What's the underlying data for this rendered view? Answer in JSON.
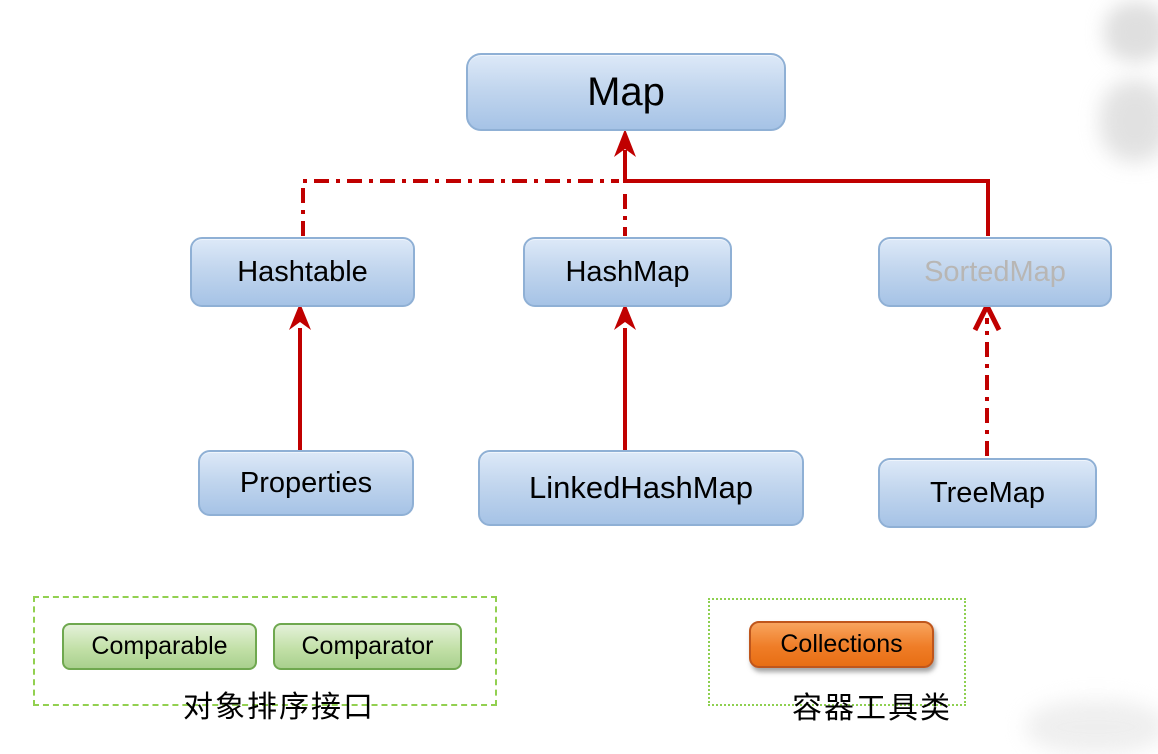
{
  "diagram": {
    "nodes": {
      "map": {
        "label": "Map"
      },
      "hashtable": {
        "label": "Hashtable"
      },
      "hashmap": {
        "label": "HashMap"
      },
      "sortedmap": {
        "label": "SortedMap"
      },
      "properties": {
        "label": "Properties"
      },
      "linkedhashmap": {
        "label": "LinkedHashMap"
      },
      "treemap": {
        "label": "TreeMap"
      }
    },
    "edges": [
      {
        "from": "Hashtable",
        "to": "Map",
        "style": "dash-dot"
      },
      {
        "from": "HashMap",
        "to": "Map",
        "style": "dash-dot"
      },
      {
        "from": "SortedMap",
        "to": "Map",
        "style": "solid"
      },
      {
        "from": "Properties",
        "to": "Hashtable",
        "style": "solid"
      },
      {
        "from": "LinkedHashMap",
        "to": "HashMap",
        "style": "solid"
      },
      {
        "from": "TreeMap",
        "to": "SortedMap",
        "style": "dash-dot"
      }
    ],
    "groups": {
      "sorting_interfaces": {
        "caption": "对象排序接口",
        "border_style": "dashed",
        "items": {
          "comparable": {
            "label": "Comparable"
          },
          "comparator": {
            "label": "Comparator"
          }
        }
      },
      "container_utils": {
        "caption": "容器工具类",
        "border_style": "dotted",
        "items": {
          "collections": {
            "label": "Collections"
          }
        }
      }
    },
    "colors": {
      "edge_red": "#c00000",
      "node_fill_top": "#dde9f8",
      "node_fill_bottom": "#a6c3e6",
      "node_border": "#8fb0d5",
      "sortedmap_text_gray": "#b8b6b4",
      "green_fill_bottom": "#a9d08e",
      "green_border": "#6fa84f",
      "group_border_green": "#92d050",
      "orange_fill": "#e86e14",
      "orange_border": "#bf561c"
    }
  }
}
